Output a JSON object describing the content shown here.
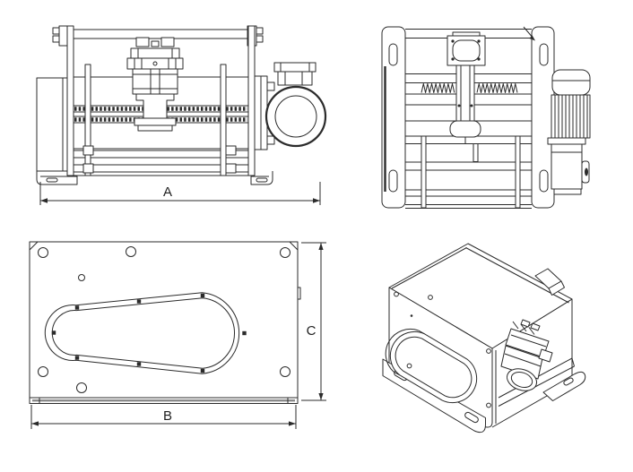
{
  "page": {
    "background_color": "#ffffff",
    "line_color": "#2b2b2b"
  },
  "drawing": {
    "type": "technical-drawing-4-views",
    "dimension_labels": {
      "a": "A",
      "b": "B",
      "c": "C"
    }
  }
}
